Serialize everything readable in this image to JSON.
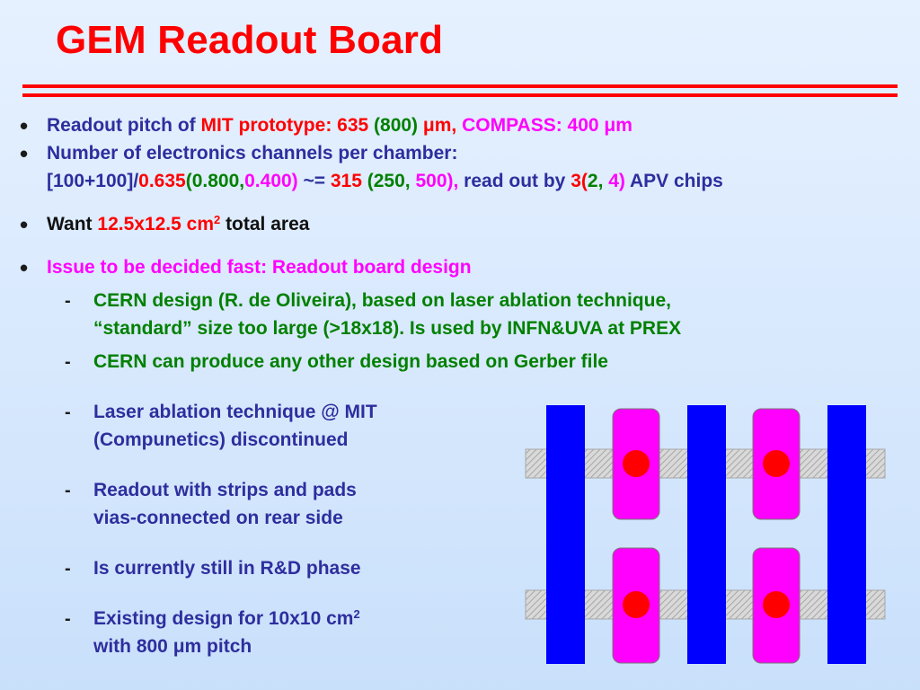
{
  "slide": {
    "title": "GEM Readout Board"
  },
  "bullets": {
    "b1": {
      "t1": "Readout pitch of ",
      "t2": "MIT",
      "t3": " prototype: 635",
      "t4": " (800) ",
      "t5": "μm,",
      "t6": " COMPASS: 400 μm"
    },
    "b2": {
      "line1": "Number of electronics channels per chamber:",
      "t1": "[100+100]/",
      "t2": "0.635",
      "t3": "(0.800,",
      "t4": "0.400)",
      "t5": " ~= ",
      "t6": "315",
      "t7": " (250, ",
      "t8": "500),",
      "t9": " read out by ",
      "t10": "3",
      "t11": "(",
      "t12": "2",
      "t13": ", ",
      "t14": "4)",
      "t15": " APV chips"
    },
    "b3": {
      "t1": "Want ",
      "t2": "12.5x12.5 cm",
      "t3": "2",
      "t4": " total area"
    },
    "b4": {
      "text": "Issue to be decided fast: Readout board design"
    }
  },
  "sub_bullets": {
    "dash": "-",
    "s1": {
      "line1": "CERN design (R. de Oliveira), based on laser ablation technique,",
      "line2": "“standard” size too large (>18x18). Is used by INFN&UVA at PREX"
    },
    "s2": {
      "line1": "CERN can produce any other design based on Gerber file"
    },
    "s3": {
      "line1": "Laser ablation technique @ MIT",
      "line2": "(Compunetics) discontinued"
    },
    "s4": {
      "line1": "Readout with strips and pads",
      "line2": "vias-connected on rear side"
    },
    "s5": {
      "line1": "Is currently still in R&D phase"
    },
    "s6": {
      "line1a": "Existing design for 10x10 cm",
      "line1sup": "2",
      "line2": "with 800 μm pitch"
    }
  },
  "bullet_glyph": "•",
  "colors": {
    "title": "#ff0000",
    "body_blue": "#2e2e9e",
    "red": "#ff0000",
    "magenta": "#ff00ff",
    "green": "#008000",
    "strip": "#0000ff",
    "pad": "#ff00ff",
    "via": "#ff0000"
  }
}
